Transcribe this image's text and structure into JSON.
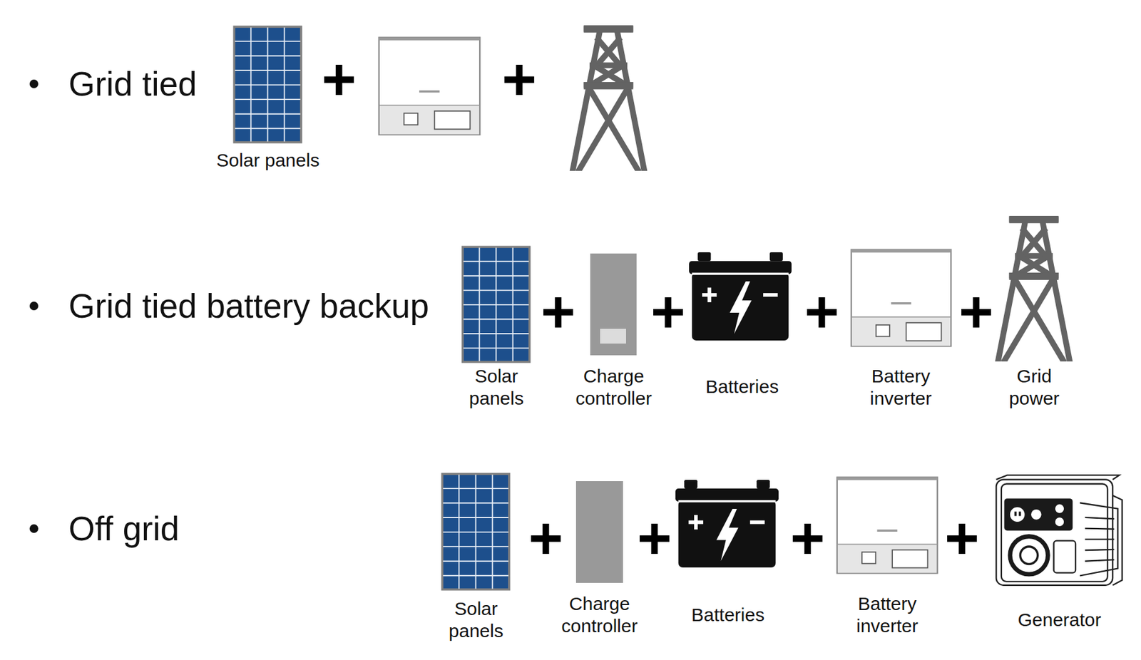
{
  "diagram": {
    "labels": [
      "Grid tied",
      "Solar panels",
      "+",
      "+",
      "Grid tied battery backup",
      "Solar panels",
      "+",
      "Charge controller",
      "+",
      "Batteries",
      "+",
      "Battery inverter",
      "+",
      "Grid power",
      "Off grid",
      "Solar panels",
      "+",
      "Charge controller",
      "+",
      "Batteries",
      "+",
      "Battery inverter",
      "+",
      "Generator"
    ]
  }
}
